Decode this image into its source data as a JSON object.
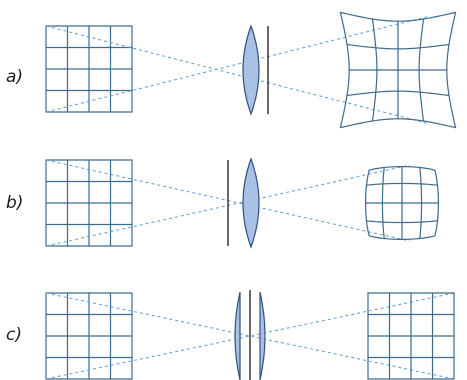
{
  "rows": [
    {
      "label": "a)",
      "distortion": "pincushion",
      "stop_position": "behind-lens",
      "lens_elements": 1
    },
    {
      "label": "b)",
      "distortion": "barrel",
      "stop_position": "in-front-of-lens",
      "lens_elements": 1
    },
    {
      "label": "c)",
      "distortion": "none",
      "stop_position": "between-lenses",
      "lens_elements": 2
    }
  ],
  "colors": {
    "grid": "#3c6b8c",
    "ray": "#5b9bd5",
    "lens_fill": "#a9c1e4",
    "lens_stroke": "#2f4f7f",
    "stop": "#1a1a1a"
  }
}
